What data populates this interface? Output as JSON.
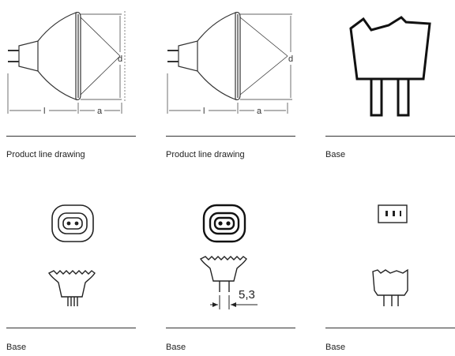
{
  "gallery": {
    "items": [
      {
        "caption": "Product line drawing",
        "dim_l": "l",
        "dim_a": "a",
        "dim_d": "d"
      },
      {
        "caption": "Product line drawing",
        "dim_l": "l",
        "dim_a": "a",
        "dim_d": "d"
      },
      {
        "caption": "Base"
      },
      {
        "caption": "Base"
      },
      {
        "caption": "Base",
        "measure": "5,3"
      },
      {
        "caption": "Base"
      }
    ]
  }
}
